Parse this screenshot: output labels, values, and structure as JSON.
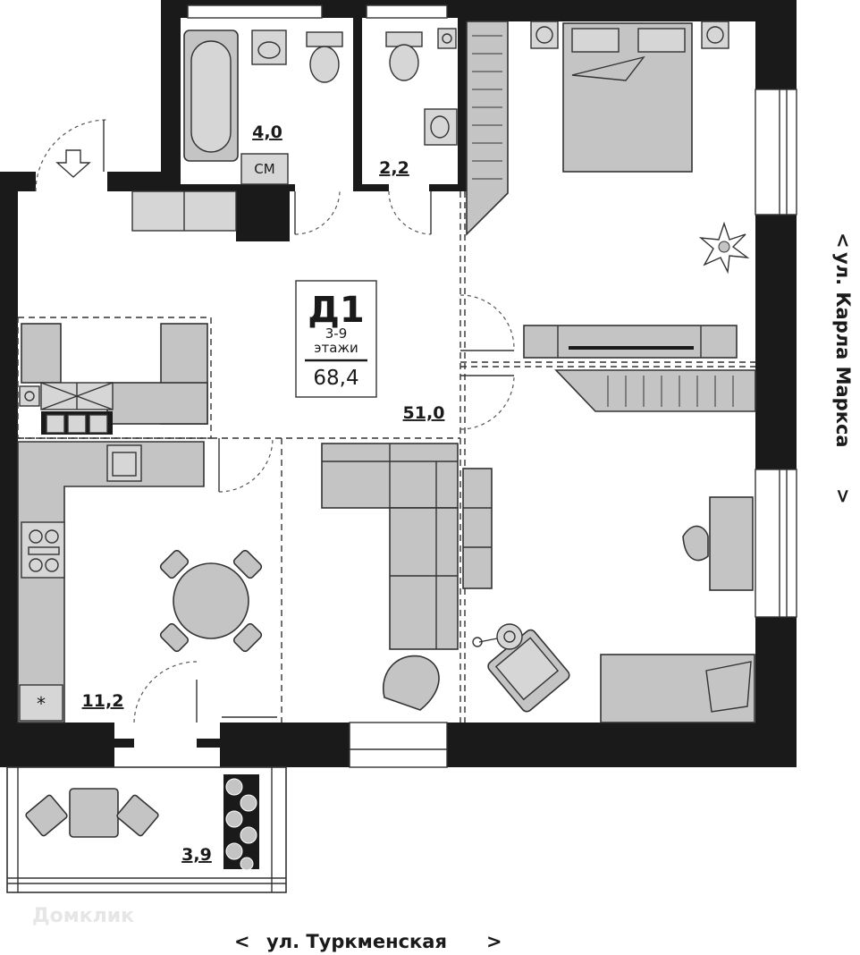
{
  "apartment": {
    "code": "Д1",
    "floors": "3-9",
    "floors_word": "этажи",
    "total_area": "68,4"
  },
  "rooms": {
    "bathroom_area": "4,0",
    "washing_machine": "СМ",
    "wc_area": "2,2",
    "living_area": "51,0",
    "kitchen_area": "11,2",
    "balcony_area": "3,9"
  },
  "streets": {
    "right": {
      "left_chevron": "<",
      "name": "ул. Карла Маркса",
      "right_chevron": ">"
    },
    "bottom": {
      "left_chevron": "<",
      "name": "ул. Туркменская",
      "right_chevron": ">"
    }
  },
  "watermark": "Домклик",
  "colors": {
    "wall": "#1a1a1a",
    "furniture": "#c4c4c4"
  }
}
